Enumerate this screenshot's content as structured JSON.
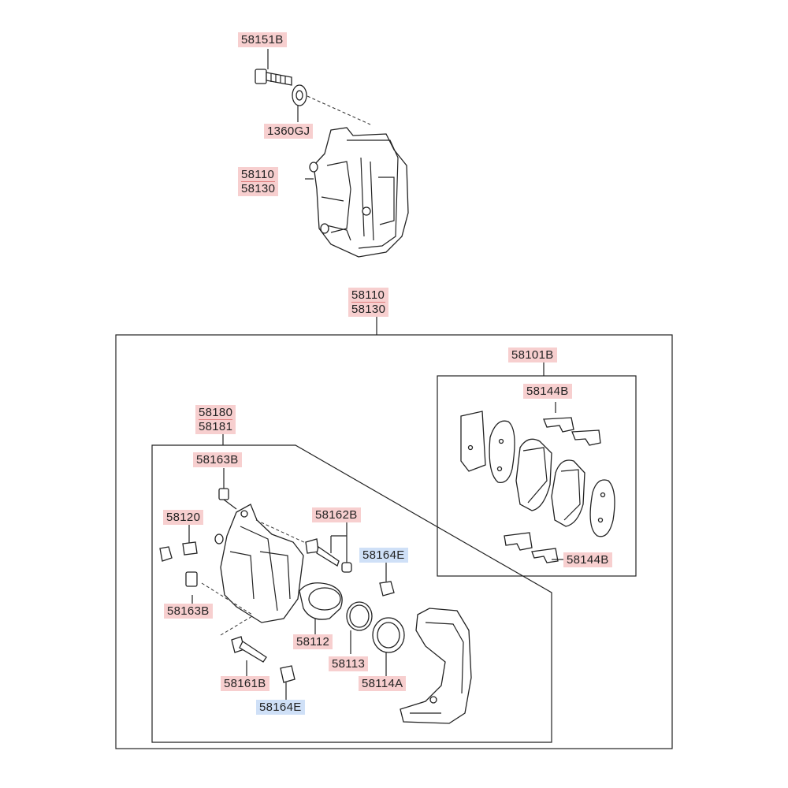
{
  "labels": {
    "bolt_top": "58151B",
    "washer_top": "1360GJ",
    "caliper_top_1": "58110",
    "caliper_top_2": "58130",
    "assembly_1": "58110",
    "assembly_2": "58130",
    "pad_kit": "58101B",
    "shim_upper": "58144B",
    "shim_lower": "58144B",
    "housing_1": "58180",
    "housing_2": "58181",
    "bolt_upper": "58163B",
    "bleeder": "58120",
    "pin_boot": "58162B",
    "cap_upper": "58164E",
    "bolt_lower": "58163B",
    "piston": "58112",
    "seal": "58113",
    "boot": "58114A",
    "guide_pin": "58161B",
    "cap_lower": "58164E"
  },
  "colors": {
    "label_pink": "#f7cfcf",
    "label_blue": "#cfe0f7",
    "line": "#222222"
  }
}
